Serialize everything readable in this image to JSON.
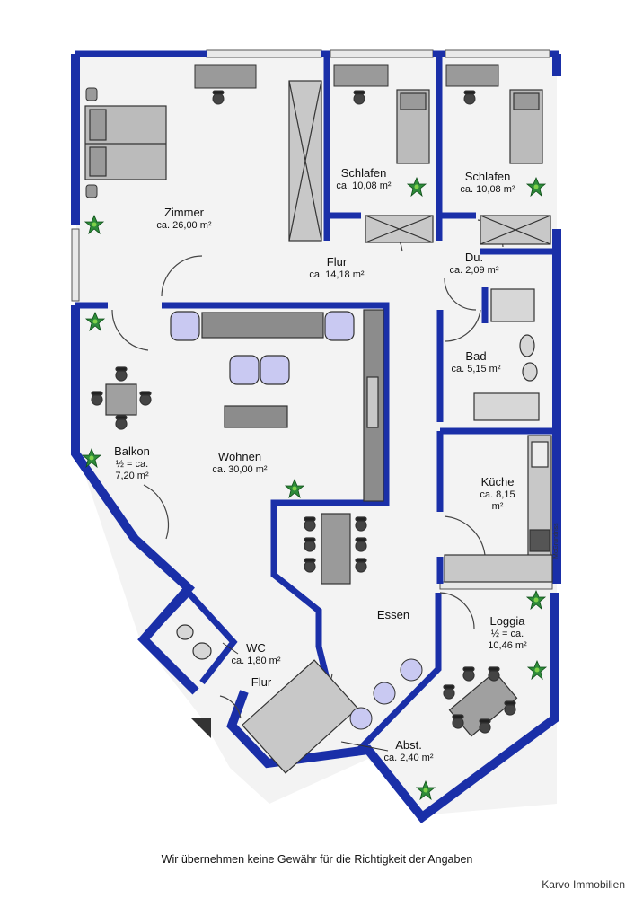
{
  "rooms": {
    "zimmer": {
      "name": "Zimmer",
      "area": "ca. 26,00 m²"
    },
    "schlafen1": {
      "name": "Schlafen",
      "area": "ca. 10,08 m²"
    },
    "schlafen2": {
      "name": "Schlafen",
      "area": "ca. 10,08 m²"
    },
    "flur_top": {
      "name": "Flur",
      "area": "ca. 14,18 m²"
    },
    "dusche": {
      "name": "Du.",
      "area": "ca. 2,09 m²"
    },
    "bad": {
      "name": "Bad",
      "area": "ca. 5,15 m²"
    },
    "balkon": {
      "name": "Balkon",
      "note": "½ = ca.",
      "area": "7,20 m²"
    },
    "wohnen": {
      "name": "Wohnen",
      "area": "ca. 30,00 m²"
    },
    "kueche": {
      "name": "Küche",
      "area_line1": "ca. 8,15",
      "area_line2": "m²"
    },
    "essen": {
      "name": "Essen"
    },
    "loggia": {
      "name": "Loggia",
      "note": "½ = ca.",
      "area": "10,46 m²"
    },
    "wc": {
      "name": "WC",
      "area": "ca. 1,80 m²"
    },
    "flur_bottom": {
      "name": "Flur"
    },
    "abst": {
      "name": "Abst.",
      "area": "ca. 2,40 m²"
    }
  },
  "disclaimer": "Wir übernehmen keine Gewähr für die Richtigkeit der Angaben",
  "brand": "Karvo Immobilien",
  "vertical_label": "McGrundriss",
  "colors": {
    "wall": "#1a2fa8",
    "floor": "#f3f3f3",
    "furniture": "#8c8c8c",
    "cabinet": "#c8c8c8",
    "plant": "#2e8b3a"
  }
}
